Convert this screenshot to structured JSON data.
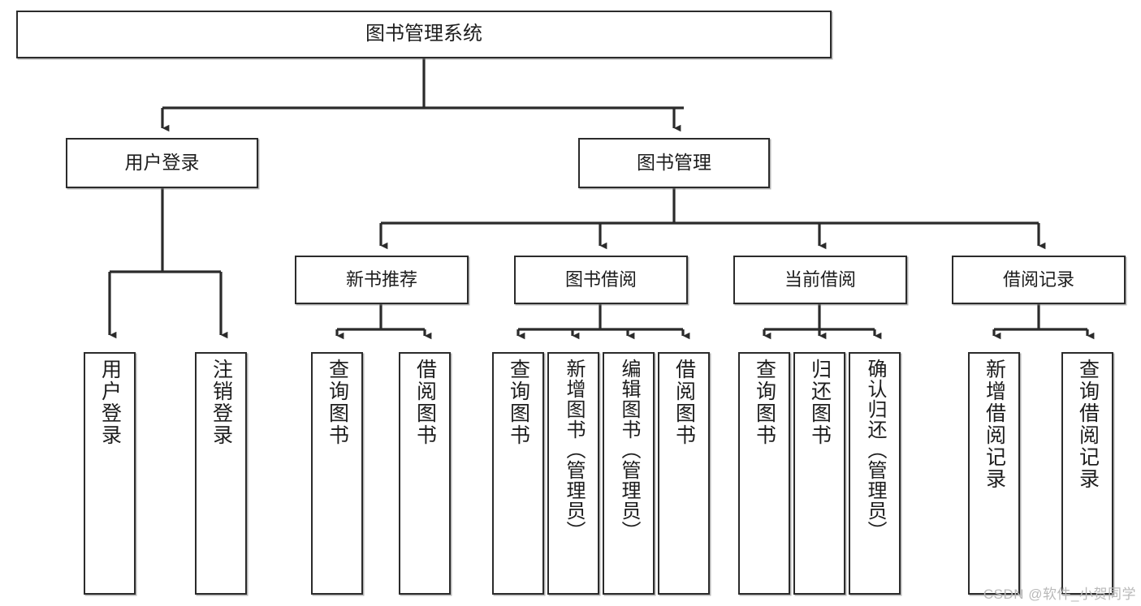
{
  "diagram": {
    "type": "tree",
    "title": "图书管理系统",
    "watermark": "CSDN @软件_小贺同学",
    "colors": {
      "stroke": "#2b2b2b",
      "fill": "#ffffff",
      "text": "#1d1d1d",
      "watermark": "#b9b9b9"
    },
    "root": {
      "label": "图书管理系统"
    },
    "level1": [
      {
        "label": "用户登录"
      },
      {
        "label": "图书管理"
      }
    ],
    "level2": [
      {
        "label": "新书推荐"
      },
      {
        "label": "图书借阅"
      },
      {
        "label": "当前借阅"
      },
      {
        "label": "借阅记录"
      }
    ],
    "leaves": {
      "user_login": [
        {
          "label": "用户登录"
        },
        {
          "label": "注销登录"
        }
      ],
      "new_book_recommend": [
        {
          "label": "查询图书"
        },
        {
          "label": "借阅图书"
        }
      ],
      "book_borrow": [
        {
          "label": "查询图书"
        },
        {
          "label": "新增图书（管理员）"
        },
        {
          "label": "编辑图书（管理员）"
        },
        {
          "label": "借阅图书"
        }
      ],
      "current_borrow": [
        {
          "label": "查询图书"
        },
        {
          "label": "归还图书"
        },
        {
          "label": "确认归还（管理员）"
        }
      ],
      "borrow_records": [
        {
          "label": "新增借阅记录"
        },
        {
          "label": "查询借阅记录"
        }
      ]
    }
  }
}
